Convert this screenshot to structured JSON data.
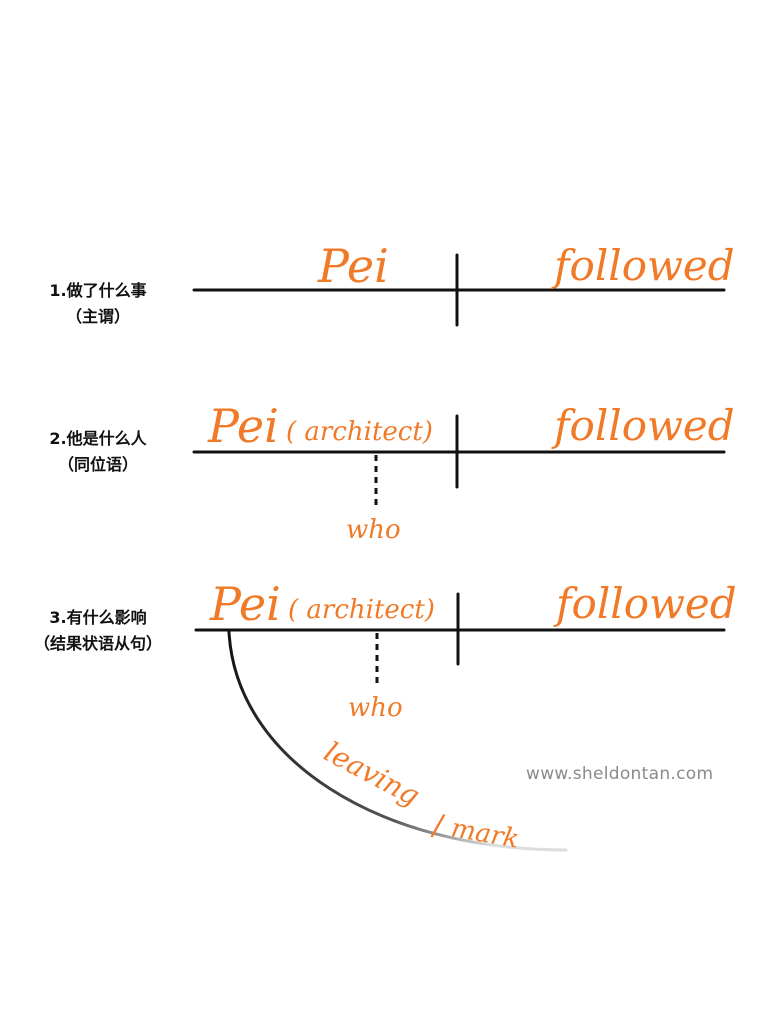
{
  "rows": [
    {
      "label_line1": "1.做了什么事",
      "label_line2": "（主谓）",
      "subject": "Pei",
      "appositive": "",
      "verb": "followed",
      "modifier": ""
    },
    {
      "label_line1": "2.他是什么人",
      "label_line2": "（同位语）",
      "subject": "Pei",
      "appositive": "( architect)",
      "verb": "followed",
      "modifier": "who"
    },
    {
      "label_line1": "3.有什么影响",
      "label_line2": "（结果状语从句）",
      "subject": "Pei",
      "appositive": "( architect)",
      "verb": "followed",
      "modifier": "who",
      "branch_word1": "leaving",
      "branch_word2": "mark",
      "branch_separator": "/"
    }
  ],
  "watermark": "www.sheldontan.com",
  "colors": {
    "ink": "#111111",
    "handwriting": "#f07a28",
    "watermark": "#8a8a8a"
  }
}
